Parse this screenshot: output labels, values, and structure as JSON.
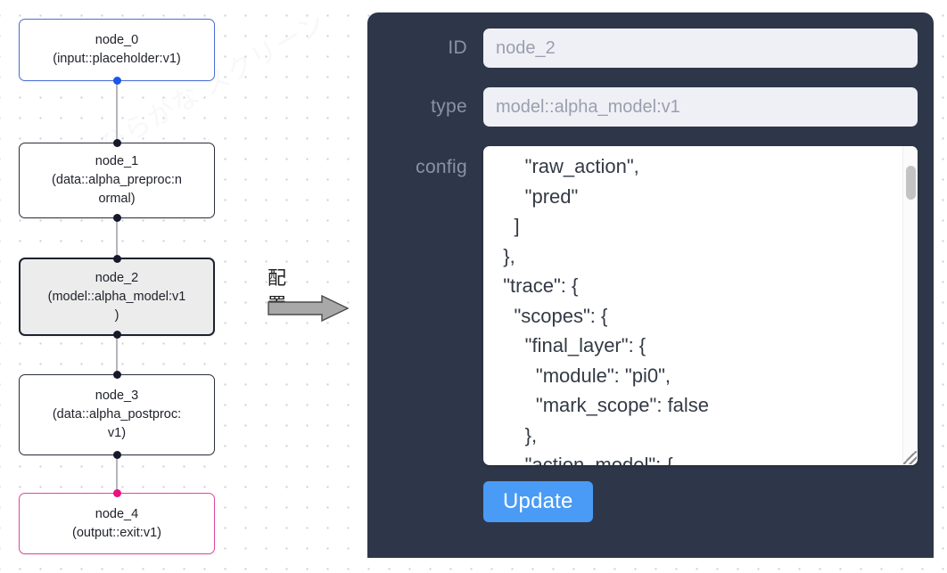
{
  "canvas": {
    "grid": "dot-grid",
    "watermark_text": "配置 ひらがな スクリーン",
    "nodes": [
      {
        "id": "node_0",
        "title": "node_0",
        "subtitle": "(input::placeholder:v1)",
        "kind": "input",
        "accent": "#4a6fd4",
        "selected": false
      },
      {
        "id": "node_1",
        "title": "node_1",
        "subtitle": "(data::alpha_preproc:n\normal)",
        "kind": "default",
        "accent": "#2b2f3a",
        "selected": false
      },
      {
        "id": "node_2",
        "title": "node_2",
        "subtitle": "(model::alpha_model:v1\n)",
        "kind": "model",
        "accent": "#1d2230",
        "selected": true
      },
      {
        "id": "node_3",
        "title": "node_3",
        "subtitle": "(data::alpha_postproc:\nv1)",
        "kind": "default",
        "accent": "#2b2f3a",
        "selected": false
      },
      {
        "id": "node_4",
        "title": "node_4",
        "subtitle": "(output::exit:v1)",
        "kind": "output",
        "accent": "#e0489c",
        "selected": false
      }
    ]
  },
  "arrow": {
    "caption": "配置",
    "direction": "right",
    "color": "#a6a6a6"
  },
  "panel": {
    "background": "#2e3749",
    "fields": {
      "id": {
        "label": "ID",
        "value": "node_2",
        "placeholder": "node_2"
      },
      "type": {
        "label": "type",
        "value": "model::alpha_model:v1",
        "placeholder": "model::alpha_model:v1"
      },
      "config": {
        "label": "config",
        "value": "      \"raw_action\",\n      \"pred\"\n    ]\n  },\n  \"trace\": {\n    \"scopes\": {\n      \"final_layer\": {\n        \"module\": \"pi0\",\n        \"mark_scope\": false\n      },\n      \"action_model\": {",
        "scroll_position": "middle",
        "resizable": true
      }
    },
    "update_button": {
      "label": "Update",
      "color": "#4a9bf5"
    }
  }
}
